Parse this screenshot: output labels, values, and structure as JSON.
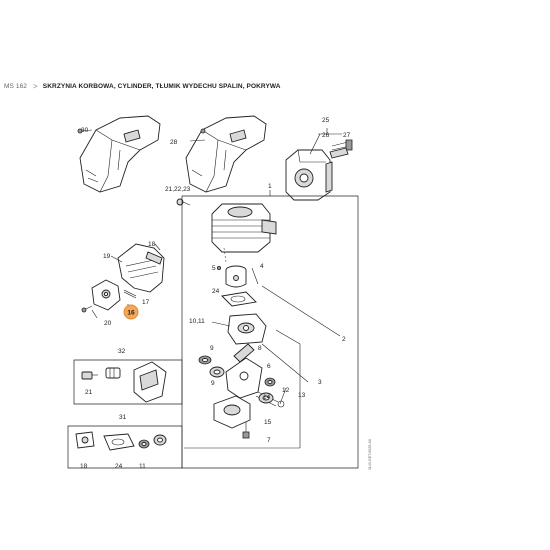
{
  "breadcrumb": {
    "model": "MS 162",
    "separator": ">",
    "title": "SKRZYNIA KORBOWA, CYLINDER, TŁUMIK WYDECHU SPALIN, POKRYWA"
  },
  "diagram": {
    "part_labels": {
      "p30": "30",
      "p28": "28",
      "p25": "25",
      "p26": "26",
      "p27": "27",
      "p1": "1",
      "p21_22_23": "21,22,23",
      "p18": "18",
      "p19": "19",
      "p17": "17",
      "p20": "20",
      "p16": "16",
      "p5": "5",
      "p4": "4",
      "p24": "24",
      "p10_11": "10,11",
      "p2": "2",
      "p9": "9",
      "p8": "8",
      "p6": "6",
      "p12": "12",
      "p14": "14",
      "p13": "13",
      "p3": "3",
      "p15": "15",
      "p7": "7",
      "p32": "32",
      "p21": "21",
      "p31": "31",
      "p18b": "18",
      "p24b": "24",
      "p11": "11"
    },
    "highlighted_part": "16",
    "highlight_color": "#f4a65a",
    "document_number": "1143-GET-0025-A0"
  }
}
